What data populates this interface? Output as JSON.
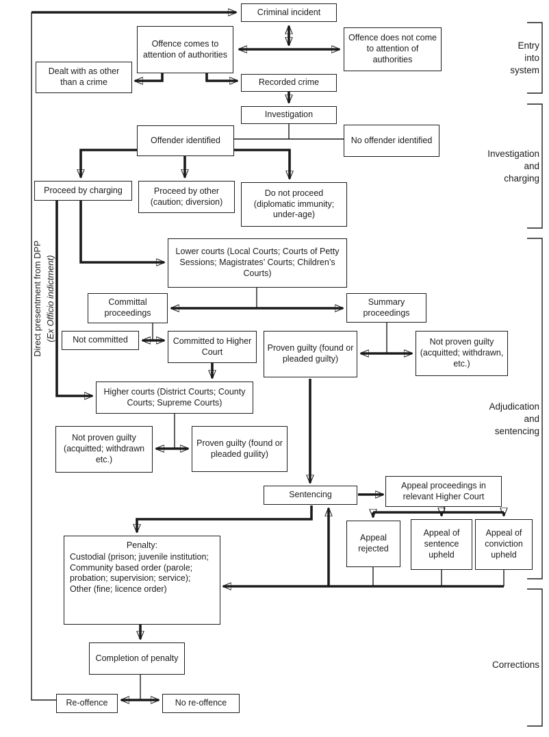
{
  "boxes": {
    "criminal_incident": "Criminal incident",
    "offence_attention": "Offence comes to attention of authorities",
    "offence_no_attention": "Offence does not come to attention of authorities",
    "dealt_other": "Dealt with as other than a crime",
    "recorded_crime": "Recorded crime",
    "investigation": "Investigation",
    "offender_identified": "Offender identified",
    "no_offender_identified": "No offender identified",
    "proceed_charging": "Proceed by charging",
    "proceed_other": "Proceed by other (caution; diversion)",
    "do_not_proceed": "Do not proceed (diplomatic immunity; under-age)",
    "lower_courts": "Lower courts (Local Courts; Courts of Petty Sessions; Magistrates’ Courts; Children’s Courts)",
    "committal": "Committal proceedings",
    "summary": "Summary proceedings",
    "not_committed": "Not committed",
    "committed_higher": "Committed to Higher Court",
    "proven_guilty_summary": "Proven guilty (found or pleaded guilty)",
    "not_proven_summary": "Not proven guilty (acquitted; withdrawn, etc.)",
    "higher_courts": "Higher courts (District Courts; County Courts; Supreme Courts)",
    "not_proven_higher": "Not proven guilty (acquitted; withdrawn etc.)",
    "proven_guilty_higher": "Proven guilty (found or pleaded guility)",
    "sentencing": "Sentencing",
    "appeal_proceedings": "Appeal proceedings in relevant Higher Court",
    "appeal_rejected": "Appeal rejected",
    "appeal_sentence_upheld": "Appeal of sentence upheld",
    "appeal_conviction_upheld": "Appeal of conviction upheld",
    "penalty": {
      "title": "Penalty:",
      "lines": [
        "Custodial (prison; juvenile institution;",
        "Community based order (parole; probation; supervision; service);",
        "Other (fine; licence order)"
      ]
    },
    "completion": "Completion of penalty",
    "re_offence": "Re-offence",
    "no_re_offence": "No re-offence"
  },
  "stage_labels": {
    "entry": "Entry\ninto\nsystem",
    "investigation_charging": "Investigation\nand\ncharging",
    "adjudication_sentencing": "Adjudication\nand\nsentencing",
    "corrections": "Corrections"
  },
  "left_label": {
    "line1": "Direct presentment from DPP",
    "line2": "(Ex Officio indictment)"
  },
  "colors": {
    "line": "#1a1a1a",
    "background": "#ffffff"
  }
}
